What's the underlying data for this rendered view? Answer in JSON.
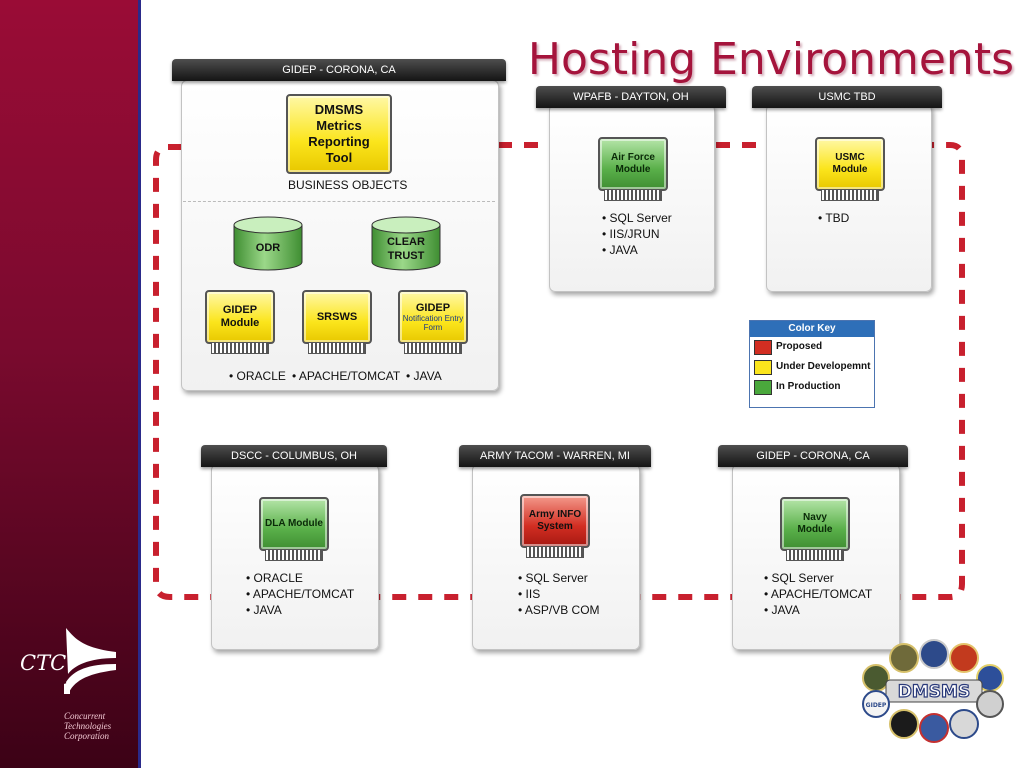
{
  "title": "Hosting Environments",
  "panels": {
    "gidep_top": {
      "tab": "GIDEP - CORONA, CA",
      "tool": "DMSMS Metrics Reporting Tool",
      "business_objects": "BUSINESS OBJECTS",
      "odr": "ODR",
      "clear_trust": "CLEAR TRUST",
      "gidep_module": "GIDEP Module",
      "srsws": "SRSWS",
      "notification_title": "GIDEP",
      "notification_sub": "Notification Entry Form",
      "footer": [
        "• ORACLE",
        "• APACHE/TOMCAT",
        "• JAVA"
      ]
    },
    "wpafb": {
      "tab": "WPAFB - DAYTON, OH",
      "module": "Air Force Module",
      "bullets": [
        "• SQL Server",
        "• IIS/JRUN",
        "• JAVA"
      ]
    },
    "usmc": {
      "tab": "USMC TBD",
      "module": "USMC Module",
      "bullets": [
        "• TBD"
      ]
    },
    "dscc": {
      "tab": "DSCC - COLUMBUS, OH",
      "module": "DLA Module",
      "bullets": [
        "• ORACLE",
        "• APACHE/TOMCAT",
        "• JAVA"
      ]
    },
    "army": {
      "tab": "ARMY TACOM - WARREN, MI",
      "module": "Army INFO System",
      "bullets": [
        "• SQL Server",
        "• IIS",
        "• ASP/VB COM"
      ]
    },
    "gidep_bottom": {
      "tab": "GIDEP - CORONA, CA",
      "module": "Navy Module",
      "bullets": [
        "• SQL Server",
        "• APACHE/TOMCAT",
        "• JAVA"
      ]
    }
  },
  "color_key": {
    "title": "Color Key",
    "items": [
      {
        "label": "Proposed",
        "color": "#d22e22"
      },
      {
        "label": "Under Developemnt",
        "color": "#fbe51c"
      },
      {
        "label": "In Production",
        "color": "#4aa83c"
      }
    ]
  },
  "colors": {
    "title": "#a5143c",
    "dashed_loop": "#c8202e",
    "sidebar": "#9a0c36"
  },
  "logo": {
    "ctc": "CTC",
    "company": [
      "Concurrent",
      "Technologies",
      "Corporation"
    ],
    "dmsms": "DMSMS",
    "gidep_seal": "GIDEP"
  }
}
